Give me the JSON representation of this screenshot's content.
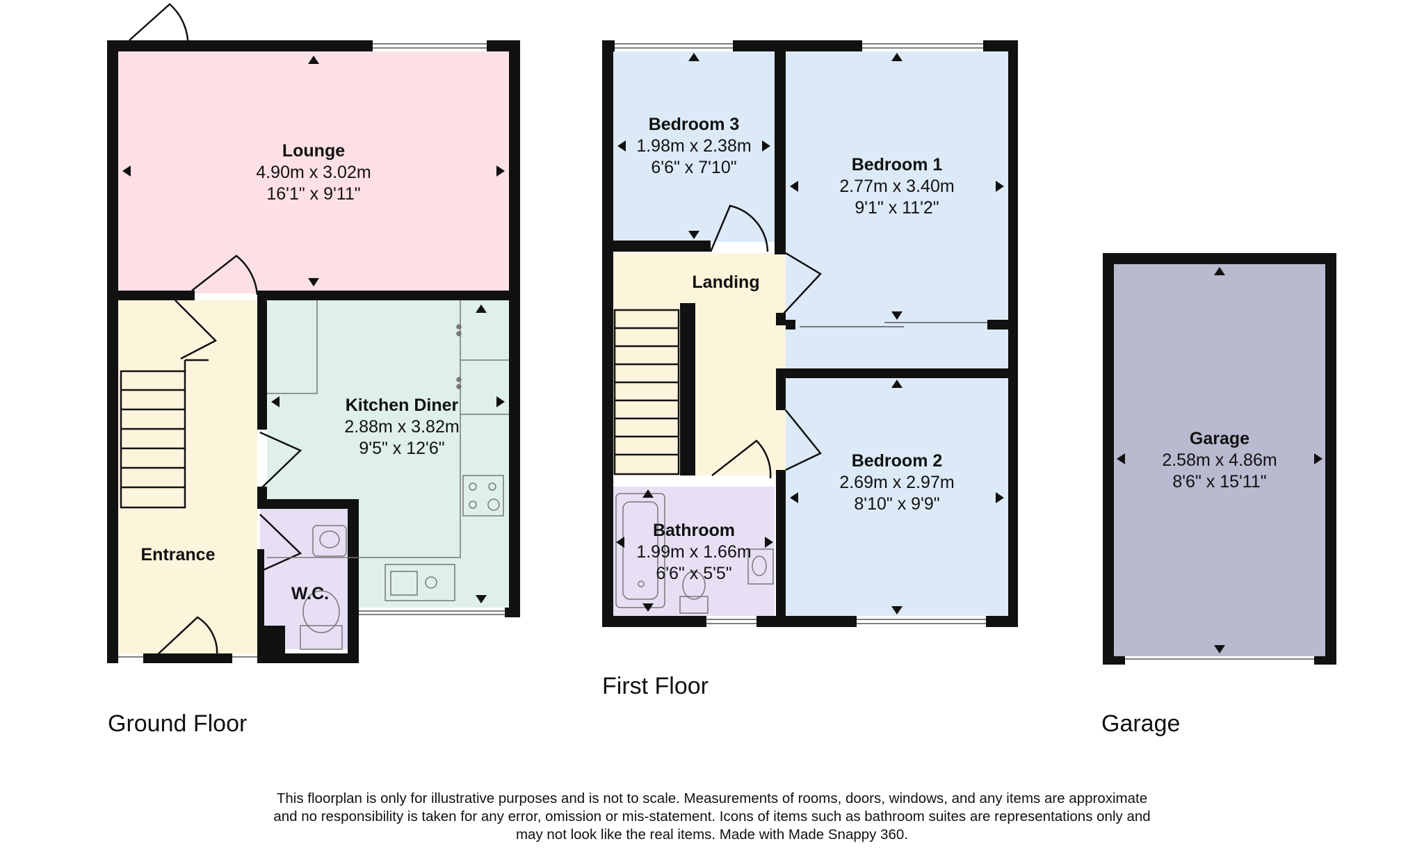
{
  "rooms": {
    "lounge": {
      "name": "Lounge",
      "metric": "4.90m x 3.02m",
      "imperial": "16'1\" x 9'11\"",
      "color": "#fde0e5"
    },
    "kitchen": {
      "name": "Kitchen Diner",
      "metric": "2.88m x 3.82m",
      "imperial": "9'5\" x 12'6\"",
      "color": "#dff0ea"
    },
    "entrance": {
      "name": "Entrance",
      "color": "#fdf4dc"
    },
    "wc": {
      "name": "W.C.",
      "color": "#e7e0f4"
    },
    "bedroom3": {
      "name": "Bedroom 3",
      "metric": "1.98m x 2.38m",
      "imperial": "6'6\" x 7'10\"",
      "color": "#dceaf7"
    },
    "bedroom1": {
      "name": "Bedroom 1",
      "metric": "2.77m x 3.40m",
      "imperial": "9'1\" x 11'2\"",
      "color": "#dceaf7"
    },
    "landing": {
      "name": "Landing",
      "color": "#fdf4dc"
    },
    "bedroom2": {
      "name": "Bedroom 2",
      "metric": "2.69m x 2.97m",
      "imperial": "8'10\" x 9'9\"",
      "color": "#dceaf7"
    },
    "bathroom": {
      "name": "Bathroom",
      "metric": "1.99m x 1.66m",
      "imperial": "6'6\" x 5'5\"",
      "color": "#e7e0f4"
    },
    "garage": {
      "name": "Garage",
      "metric": "2.58m x 4.86m",
      "imperial": "8'6\" x 15'11\"",
      "color": "#b9b9d0"
    }
  },
  "floors": {
    "ground": "Ground Floor",
    "first": "First Floor",
    "garage": "Garage"
  },
  "disclaimer": {
    "line1": "This floorplan is only for illustrative purposes and is not to scale. Measurements of rooms, doors, windows, and any items are approximate",
    "line2": "and no responsibility is taken for any error, omission or mis-statement. Icons of items such as bathroom suites are representations only and",
    "line3": "may not look like the real items. Made with Made Snappy 360."
  },
  "colors": {
    "wall": "#111111",
    "window": "#ffffff",
    "fixture_line": "#555555"
  }
}
